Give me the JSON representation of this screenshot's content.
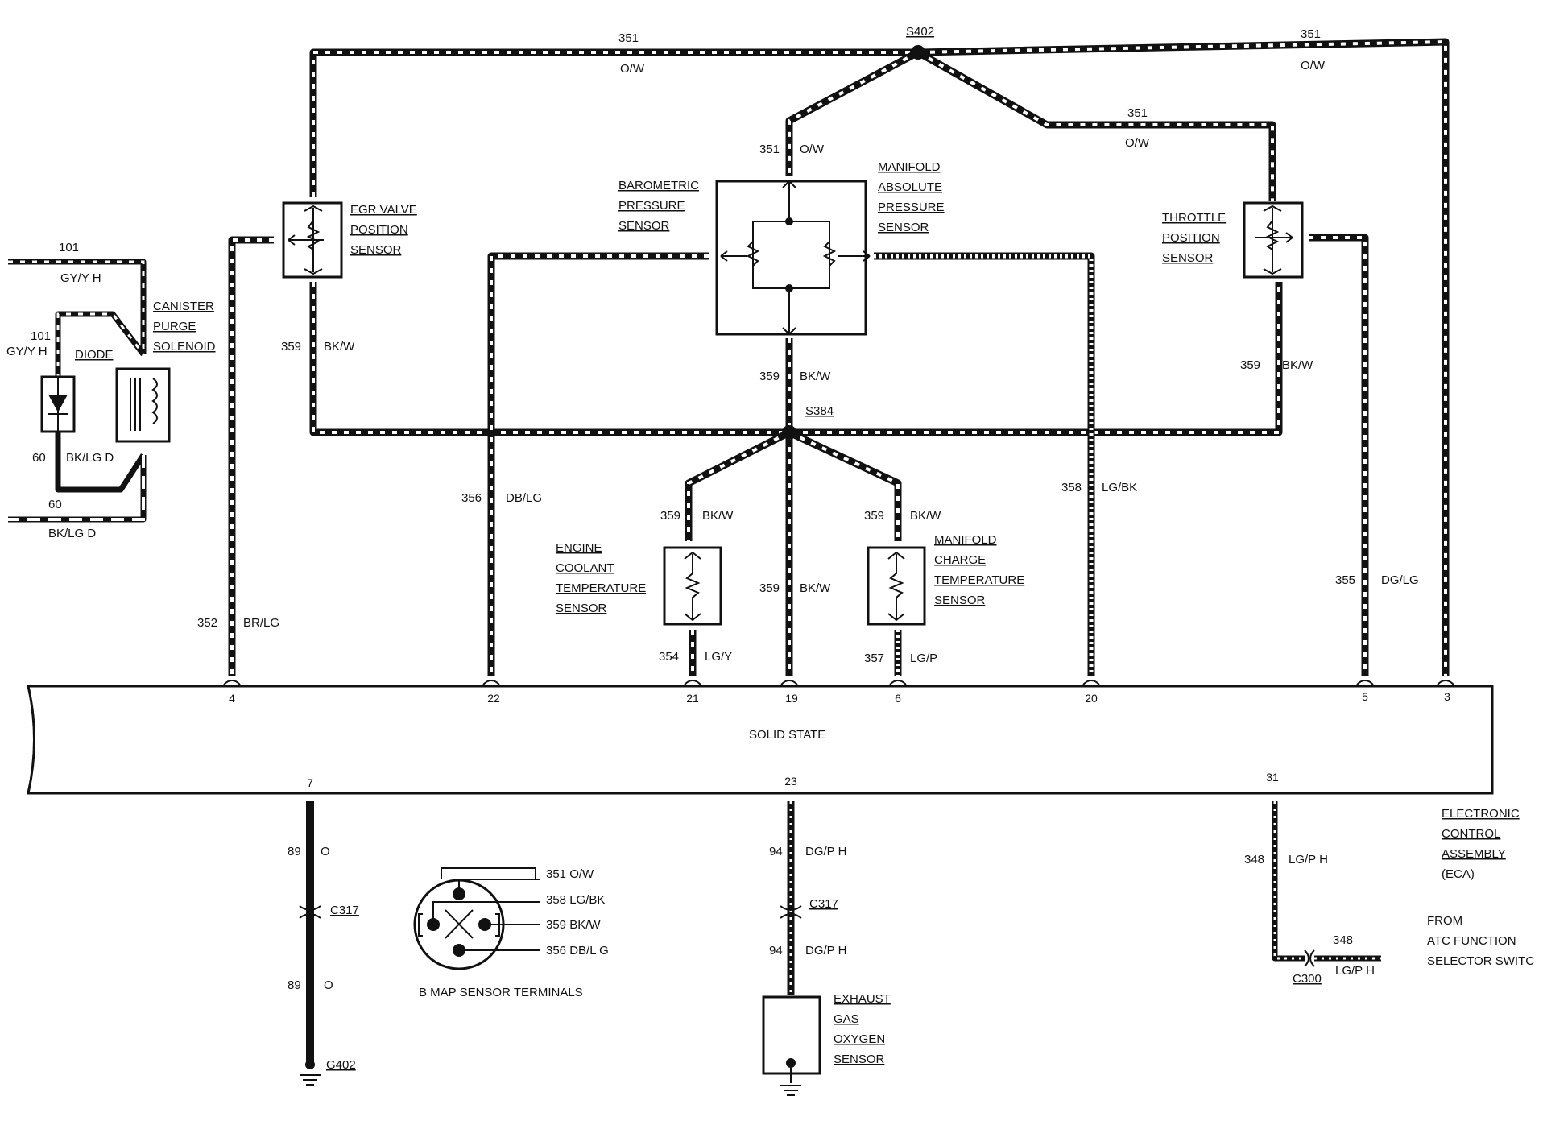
{
  "splices": {
    "top": "S402",
    "middle": "S384"
  },
  "wires": {
    "w351a": {
      "num": "351",
      "color": "O/W"
    },
    "w351b": {
      "num": "351",
      "color": "O/W"
    },
    "w351c": {
      "num": "351",
      "color": "O/W"
    },
    "w351d": {
      "num": "351",
      "color": "O/W"
    },
    "w359a": {
      "num": "359",
      "color": "BK/W"
    },
    "w359b": {
      "num": "359",
      "color": "BK/W"
    },
    "w359c": {
      "num": "359",
      "color": "BK/W"
    },
    "w359d": {
      "num": "359",
      "color": "BK/W"
    },
    "w359e": {
      "num": "359",
      "color": "BK/W"
    },
    "w359f": {
      "num": "359",
      "color": "BK/W"
    },
    "w352": {
      "num": "352",
      "color": "BR/LG"
    },
    "w356": {
      "num": "356",
      "color": "DB/LG"
    },
    "w358": {
      "num": "358",
      "color": "LG/BK"
    },
    "w355": {
      "num": "355",
      "color": "DG/LG"
    },
    "w354": {
      "num": "354",
      "color": "LG/Y"
    },
    "w357": {
      "num": "357",
      "color": "LG/P"
    },
    "w101a": {
      "num": "101",
      "color": "GY/Y H"
    },
    "w101b": {
      "num": "101",
      "color": "GY/Y H"
    },
    "w60a": {
      "num": "60",
      "color": "BK/LG D"
    },
    "w60b": {
      "num": "60",
      "color": "BK/LG D"
    },
    "w89a": {
      "num": "89",
      "color": "O"
    },
    "w89b": {
      "num": "89",
      "color": "O"
    },
    "w94a": {
      "num": "94",
      "color": "DG/P H"
    },
    "w94b": {
      "num": "94",
      "color": "DG/P H"
    },
    "w348": {
      "num": "348",
      "color": "LG/P H"
    },
    "w348b": {
      "num": "348",
      "color": "LG/P H"
    }
  },
  "components": {
    "egr": [
      "EGR VALVE",
      "POSITION",
      "SENSOR"
    ],
    "canister": [
      "CANISTER",
      "PURGE",
      "SOLENOID"
    ],
    "diode": "DIODE",
    "baro": [
      "BAROMETRIC",
      "PRESSURE",
      "SENSOR"
    ],
    "map": [
      "MANIFOLD",
      "ABSOLUTE",
      "PRESSURE",
      "SENSOR"
    ],
    "throttle": [
      "THROTTLE",
      "POSITION",
      "SENSOR"
    ],
    "coolant": [
      "ENGINE",
      "COOLANT",
      "TEMPERATURE",
      "SENSOR"
    ],
    "charge": [
      "MANIFOLD",
      "CHARGE",
      "TEMPERATURE",
      "SENSOR"
    ],
    "oxygen": [
      "EXHAUST",
      "GAS",
      "OXYGEN",
      "SENSOR"
    ],
    "eca": [
      "ELECTRONIC",
      "CONTROL",
      "ASSEMBLY",
      "(ECA)"
    ],
    "atc": [
      "FROM",
      "ATC FUNCTION",
      "SELECTOR SWITC"
    ]
  },
  "eca_body": "SOLID STATE",
  "eca_pins": {
    "p4": "4",
    "p22": "22",
    "p21": "21",
    "p19": "19",
    "p6": "6",
    "p20": "20",
    "p5": "5",
    "p3": "3",
    "p7": "7",
    "p23": "23",
    "p31": "31"
  },
  "connectors": {
    "c317a": "C317",
    "c317b": "C317",
    "c300": "C300",
    "g402": "G402"
  },
  "map_terminals": {
    "caption": "B MAP SENSOR TERMINALS",
    "items": [
      "351 O/W",
      "358 LG/BK",
      "359 BK/W",
      "356 DB/L G"
    ]
  }
}
